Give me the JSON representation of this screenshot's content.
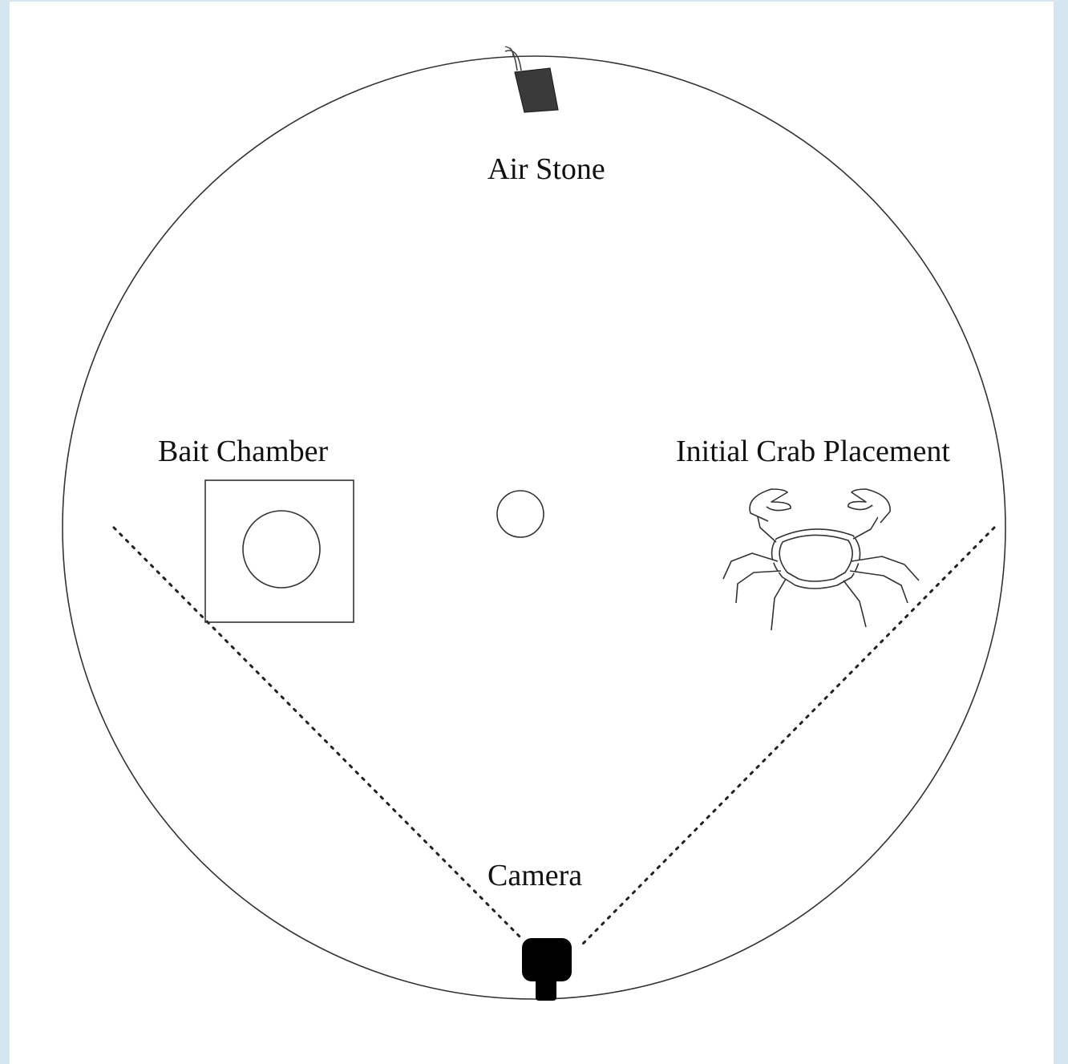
{
  "diagram": {
    "labels": {
      "air_stone": "Air Stone",
      "bait_chamber": "Bait Chamber",
      "initial_crab_placement": "Initial Crab Placement",
      "camera": "Camera"
    },
    "colors": {
      "page_border": "#d6e6f0",
      "background": "#ffffff",
      "line": "#333333",
      "camera": "#000000",
      "air_stone": "#3a3a3a"
    },
    "icons": {
      "air_stone": "air-stone-icon",
      "crab": "crab-icon",
      "camera": "camera-icon"
    }
  }
}
